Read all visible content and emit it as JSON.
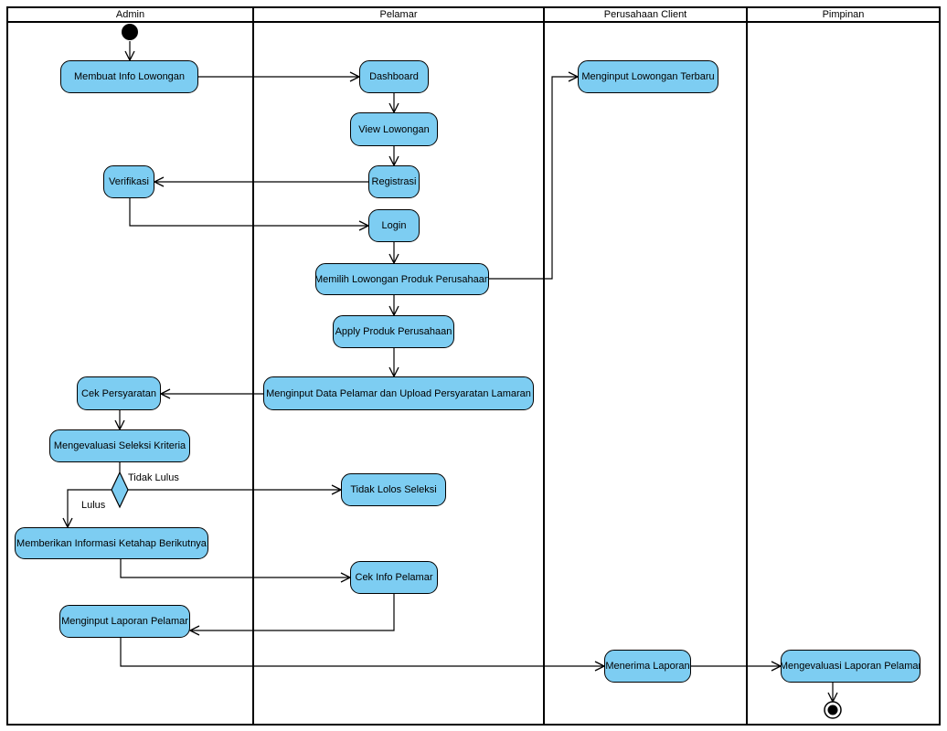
{
  "lanes": {
    "admin": "Admin",
    "pelamar": "Pelamar",
    "perusahaan": "Perusahaan Client",
    "pimpinan": "Pimpinan"
  },
  "nodes": {
    "membuat_info_lowongan": "Membuat Info Lowongan",
    "dashboard": "Dashboard",
    "menginput_lowongan_terbaru": "Menginput Lowongan Terbaru",
    "view_lowongan": "View Lowongan",
    "verifikasi": "Verifikasi",
    "registrasi": "Registrasi",
    "login": "Login",
    "memilih_lowongan": "Memilih Lowongan Produk Perusahaan",
    "apply_produk": "Apply Produk Perusahaan",
    "cek_persyaratan": "Cek Persyaratan",
    "menginput_data_pelamar": "Menginput Data Pelamar dan Upload Persyaratan Lamaran",
    "mengevaluasi_seleksi": "Mengevaluasi Seleksi Kriteria",
    "tidak_lolos_seleksi": "Tidak Lolos Seleksi",
    "memberikan_informasi": "Memberikan Informasi Ketahap Berikutnya",
    "cek_info_pelamar": "Cek Info Pelamar",
    "menginput_laporan": "Menginput Laporan Pelamar",
    "menerima_laporan": "Menerima Laporan",
    "mengevaluasi_laporan": "Mengevaluasi Laporan Pelamar"
  },
  "guards": {
    "tidak_lulus": "Tidak Lulus",
    "lulus": "Lulus"
  },
  "colors": {
    "node_fill": "#7dcdf2",
    "line": "#000000",
    "background": "#ffffff"
  }
}
